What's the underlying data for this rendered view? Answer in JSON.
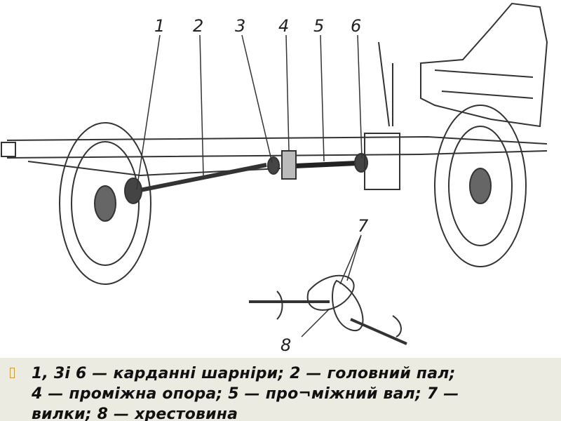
{
  "figure": {
    "labels": [
      "1",
      "2",
      "3",
      "4",
      "5",
      "6",
      "7",
      "8"
    ]
  },
  "caption": {
    "lines": [
      "1, 3і 6 — карданні шарніри; 2 — головний пал;",
      "4 — проміжна опора; 5 — про¬міжний вал; 7 —",
      "вилки; 8 — хрестовина"
    ]
  }
}
